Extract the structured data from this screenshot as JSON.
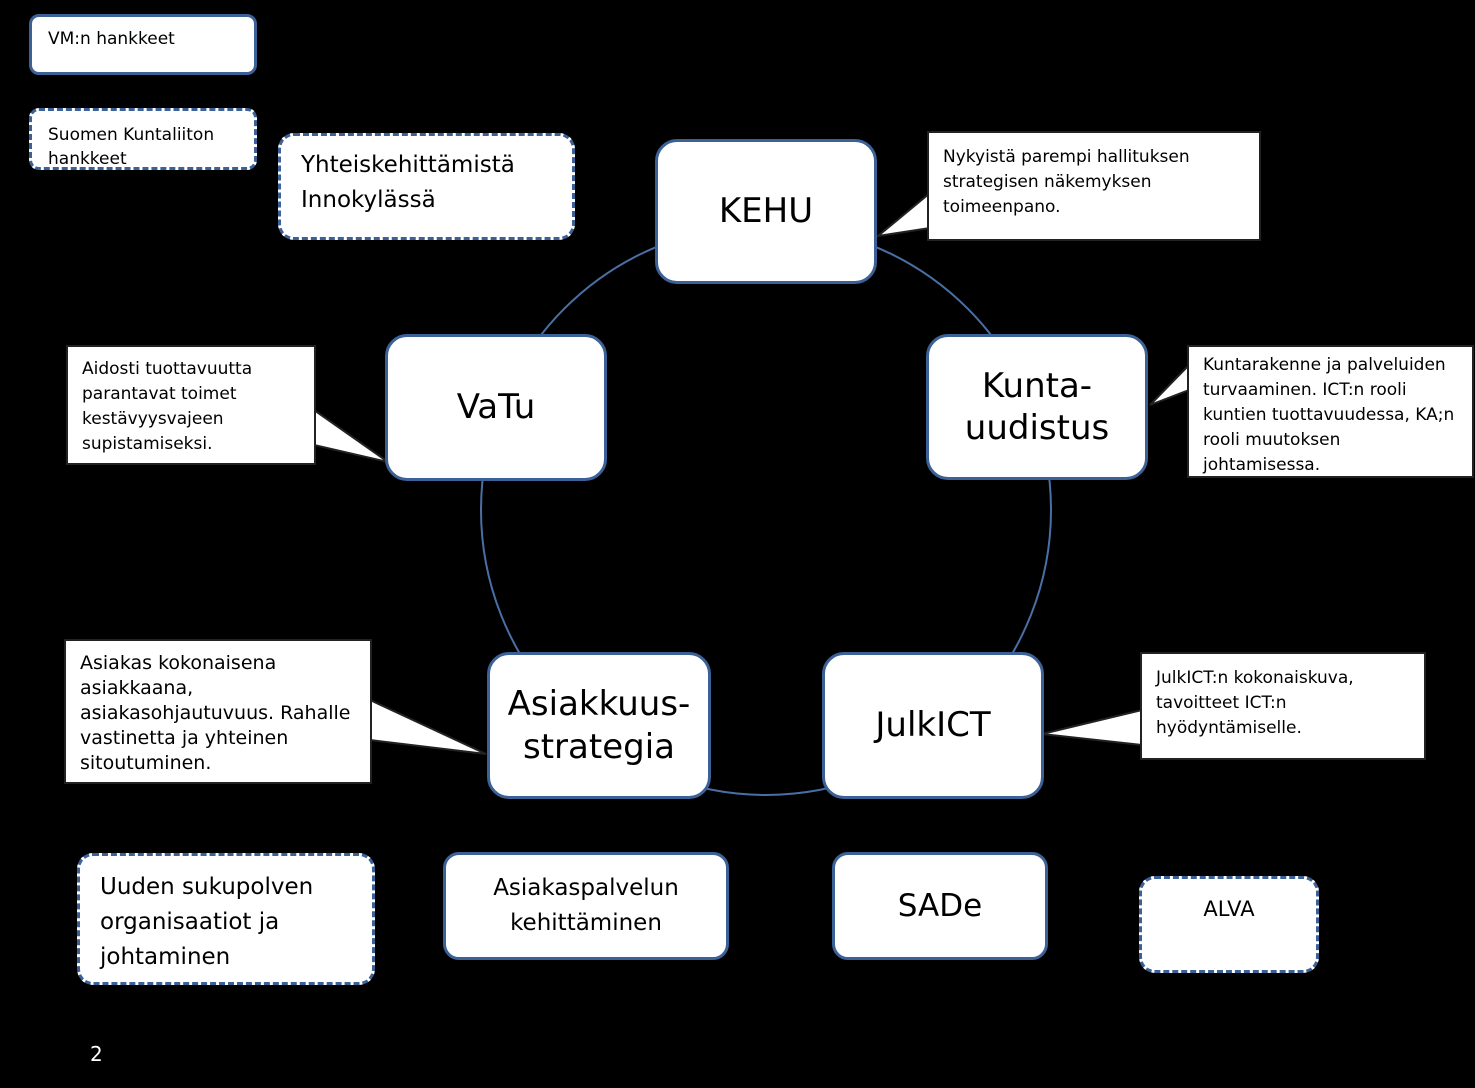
{
  "legend": {
    "vm_projects": "VM:n hankkeet",
    "kuntaliitto_projects": "Suomen Kuntaliiton hankkeet"
  },
  "nodes": {
    "kehu": "KEHU",
    "kunta": "Kunta-uudistus",
    "julkict": "JulkICT",
    "asiakkuus": "Asiakkuus-strategia",
    "vatu": "VaTu"
  },
  "callouts": {
    "kehu": "Nykyistä parempi hallituksen strategisen näkemyksen toimeenpano.",
    "kunta": "Kuntarakenne ja palveluiden turvaaminen. ICT:n rooli kuntien tuottavuudessa, KA;n rooli muutoksen johtamisessa.",
    "julkict": "JulkICT:n kokonaiskuva, tavoitteet ICT:n hyödyntämiselle.",
    "asiakkuus": "Asiakas kokonaisena asiakkaana, asiakasohjautuvuus. Rahalle vastinetta ja yhteinen sitoutuminen.",
    "vatu": "Aidosti tuottavuutta parantavat toimet kestävyysvajeen supistamiseksi."
  },
  "other_projects": {
    "yhteiskehittamista": "Yhteiskehittämistä Innokylässä",
    "uuden_sukupolven": "Uuden sukupolven organisaatiot ja johtaminen",
    "asiakaspalvelun": "Asiakaspalvelun kehittäminen",
    "sade": "SADe",
    "alva": "ALVA"
  },
  "page_number": "2",
  "colors": {
    "background": "#000000",
    "border": "#3b6196",
    "ring": "#4a6fa5"
  }
}
